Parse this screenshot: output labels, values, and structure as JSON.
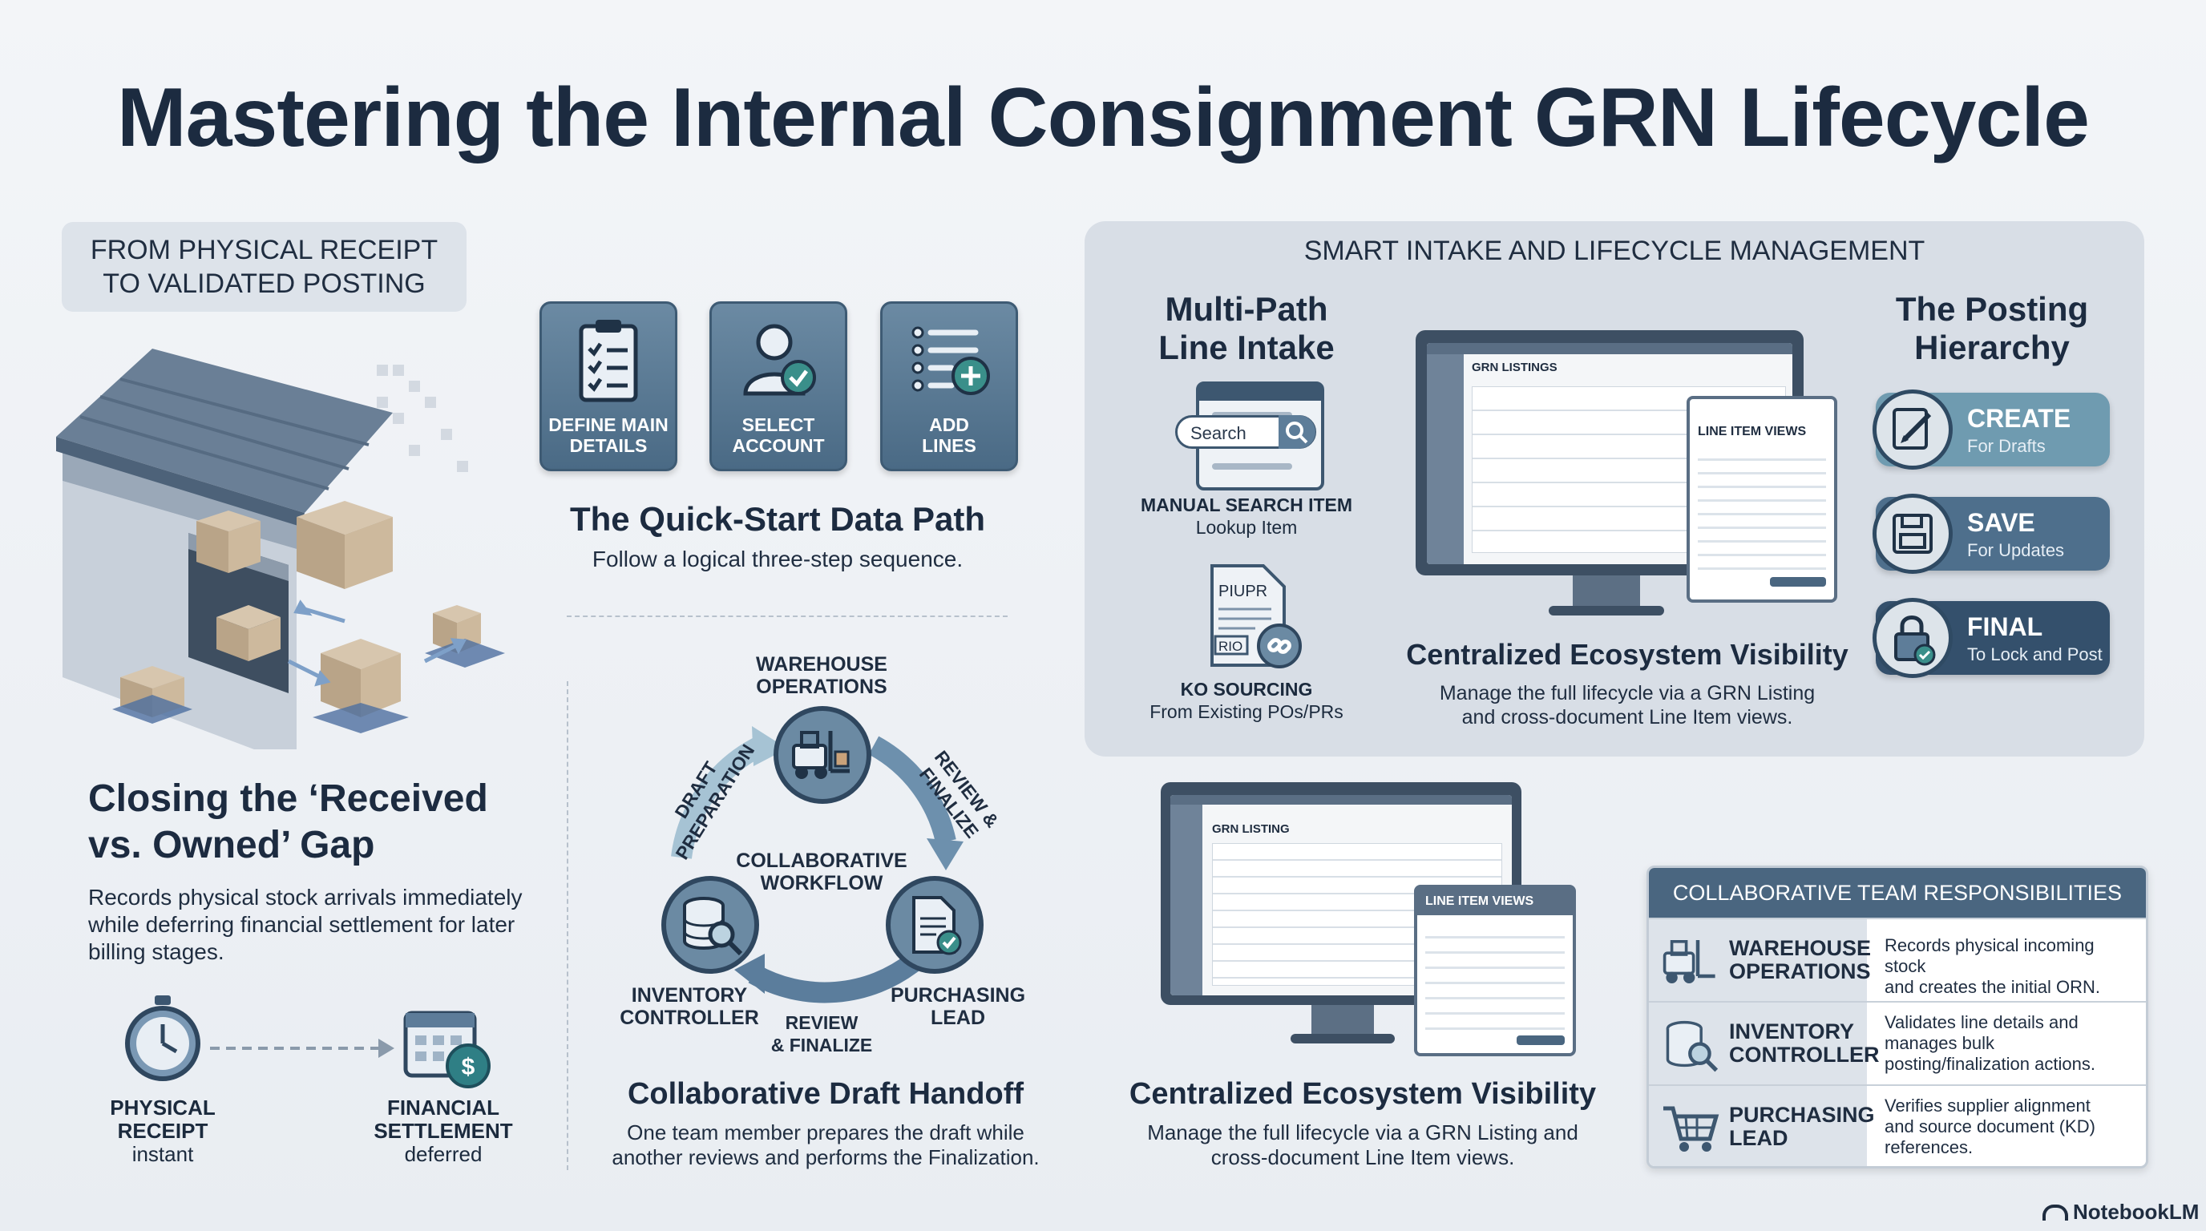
{
  "title": "Mastering the Internal Consignment GRN Lifecycle",
  "left": {
    "badge_line1": "FROM PHYSICAL RECEIPT",
    "badge_line2": "TO VALIDATED POSTING",
    "heading_line1": "Closing the ‘Received",
    "heading_line2": "vs. Owned’ Gap",
    "body_line1": "Records physical stock arrivals immediately",
    "body_line2": "while deferring financial settlement for later",
    "body_line3": "billing stages.",
    "receipt_line1": "PHYSICAL",
    "receipt_line2": "RECEIPT",
    "receipt_sub": "instant",
    "settle_line1": "FINANCIAL",
    "settle_line2": "SETTLEMENT",
    "settle_sub": "deferred"
  },
  "quickstart": {
    "steps": [
      {
        "line1": "DEFINE MAIN",
        "line2": "DETAILS",
        "icon": "clipboard-checklist-icon"
      },
      {
        "line1": "SELECT",
        "line2": "ACCOUNT",
        "icon": "user-check-icon"
      },
      {
        "line1": "ADD",
        "line2": "LINES",
        "icon": "list-add-icon"
      }
    ],
    "heading": "The Quick-Start Data Path",
    "sub": "Follow a logical three-step sequence."
  },
  "workflow": {
    "node_top_line1": "WAREHOUSE",
    "node_top_line2": "OPERATIONS",
    "node_left_line1": "INVENTORY",
    "node_left_line2": "CONTROLLER",
    "node_right_line1": "PURCHASING",
    "node_right_line2": "LEAD",
    "center_line1": "COLLABORATIVE",
    "center_line2": "WORKFLOW",
    "arc_left": "DRAFT PREPARATION",
    "arc_right": "REVIEW & FINALIZE",
    "arc_bottom_line1": "REVIEW",
    "arc_bottom_line2": "& FINALIZE",
    "heading": "Collaborative Draft Handoff",
    "sub_line1": "One team member prepares the draft while",
    "sub_line2": "another reviews and performs the Finalization."
  },
  "smart": {
    "panel_title": "SMART INTAKE AND LIFECYCLE MANAGEMENT",
    "multipath_line1": "Multi-Path",
    "multipath_line2": "Line Intake",
    "search_placeholder": "Search",
    "manual_title": "MANUAL SEARCH ITEM",
    "manual_sub": "Lookup Item",
    "doc_code1": "PIUPR",
    "doc_code2": "RIO",
    "ko_title": "KO SOURCING",
    "ko_sub": "From Existing POs/PRs",
    "monitor_title": "GRN LISTINGS",
    "monitor_panel": "LINE ITEM VIEWS",
    "eco_heading": "Centralized Ecosystem Visibility",
    "eco_sub_line1": "Manage the full lifecycle via a GRN Listing",
    "eco_sub_line2": "and cross-document Line Item views.",
    "posting_line1": "The Posting",
    "posting_line2": "Hierarchy",
    "posting": [
      {
        "title": "CREATE",
        "sub": "For Drafts",
        "color": "#6f9bb0",
        "icon": "pencil-note-icon"
      },
      {
        "title": "SAVE",
        "sub": "For Updates",
        "color": "#4e6f8c",
        "icon": "floppy-disk-icon"
      },
      {
        "title": "FINAL",
        "sub": "To Lock and Post",
        "color": "#34506c",
        "icon": "padlock-icon"
      }
    ]
  },
  "lower": {
    "monitor_title": "GRN LISTING",
    "monitor_panel": "LINE ITEM VIEWS",
    "heading": "Centralized Ecosystem Visibility",
    "sub_line1": "Manage the full lifecycle via a GRN Listing and",
    "sub_line2": "cross-document Line Item views."
  },
  "responsibilities": {
    "title": "COLLABORATIVE TEAM RESPONSIBILITIES",
    "rows": [
      {
        "line1": "WAREHOUSE",
        "line2": "OPERATIONS",
        "d1": "Records physical incoming stock",
        "d2": "and creates the initial ORN.",
        "d3": "",
        "icon": "forklift-icon"
      },
      {
        "line1": "INVENTORY",
        "line2": "CONTROLLER",
        "d1": "Validates line details and",
        "d2": "manages bulk",
        "d3": "posting/finalization actions.",
        "icon": "database-search-icon"
      },
      {
        "line1": "PURCHASING",
        "line2": "LEAD",
        "d1": "Verifies supplier alignment",
        "d2": "and source document (KD)",
        "d3": "references.",
        "icon": "shopping-cart-icon"
      }
    ]
  },
  "brand": "NotebookLM",
  "colors": {
    "title": "#1c2b40",
    "accent": "#4a6680",
    "panel": "#d8dee6",
    "tile": "#567691"
  }
}
